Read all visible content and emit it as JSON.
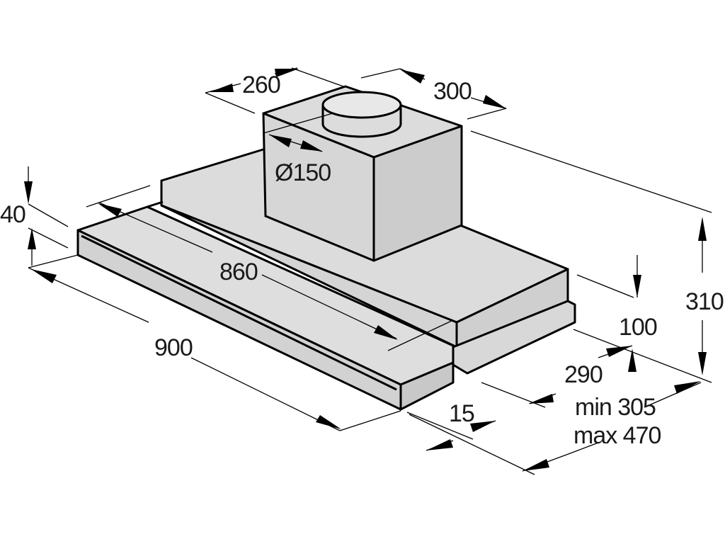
{
  "product": "telescopic cooker hood",
  "colors": {
    "surface": "#dcdcdc",
    "surface_dark": "#cfcfcf",
    "line": "#000000",
    "text": "#1a1a1a"
  },
  "dimensions": {
    "width_total": "900",
    "width_inner": "860",
    "height_front": "40",
    "duct_box_depth": "260",
    "duct_box_width": "300",
    "duct_diameter": "Ø150",
    "height_total": "310",
    "body_height": "100",
    "depth_body": "290",
    "extension_min": "min 305",
    "extension_max": "max 470",
    "front_panel": "15"
  }
}
